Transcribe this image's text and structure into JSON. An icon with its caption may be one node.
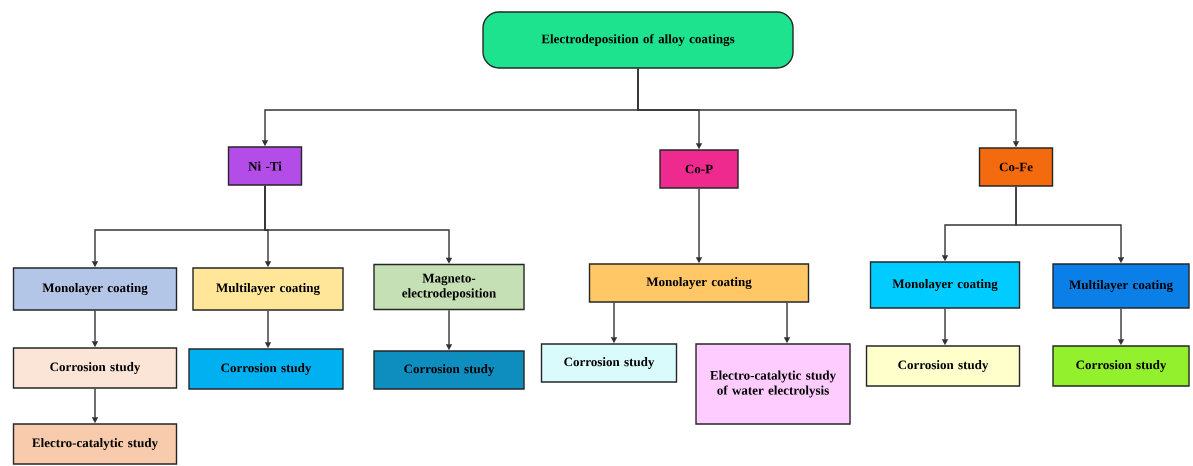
{
  "diagram": {
    "nodes": [
      {
        "text": [
          "Electrodeposition of alloy coatings"
        ]
      },
      {
        "text": [
          "Ni -Ti"
        ]
      },
      {
        "text": [
          "Co-P"
        ]
      },
      {
        "text": [
          "Co-Fe"
        ]
      },
      {
        "text": [
          "Monolayer coating"
        ]
      },
      {
        "text": [
          "Multilayer coating"
        ]
      },
      {
        "text": [
          "Magneto-electrodeposition"
        ]
      },
      {
        "text": [
          "Monolayer coating"
        ]
      },
      {
        "text": [
          "Monolayer coating"
        ]
      },
      {
        "text": [
          "Multilayer coating"
        ]
      },
      {
        "text": [
          "Corrosion study"
        ]
      },
      {
        "text": [
          "Corrosion study"
        ]
      },
      {
        "text": [
          "Corrosion study"
        ]
      },
      {
        "text": [
          "Electro-catalytic study"
        ]
      },
      {
        "text": [
          "Corrosion study"
        ]
      },
      {
        "text": [
          "Electro-catalytic study of water electrolysis"
        ]
      },
      {
        "text": [
          "Corrosion study"
        ]
      },
      {
        "text": [
          "Corrosion study"
        ]
      }
    ],
    "edges": [
      {
        "from": 0,
        "to": 1,
        "arrow": "to"
      },
      {
        "from": 0,
        "to": 2,
        "arrow": "to"
      },
      {
        "from": 0,
        "to": 3,
        "arrow": "to"
      },
      {
        "from": 1,
        "to": 4,
        "arrow": "to"
      },
      {
        "from": 1,
        "to": 5,
        "arrow": "to"
      },
      {
        "from": 1,
        "to": 6,
        "arrow": "to"
      },
      {
        "from": 2,
        "to": 7,
        "arrow": "to"
      },
      {
        "from": 3,
        "to": 8,
        "arrow": "to"
      },
      {
        "from": 3,
        "to": 9,
        "arrow": "to"
      },
      {
        "from": 4,
        "to": 10,
        "arrow": "to"
      },
      {
        "from": 10,
        "to": 13,
        "arrow": "to"
      },
      {
        "from": 5,
        "to": 11,
        "arrow": "to"
      },
      {
        "from": 6,
        "to": 12,
        "arrow": "to"
      },
      {
        "from": 7,
        "to": 14,
        "arrow": "to"
      },
      {
        "from": 7,
        "to": 15,
        "arrow": "to"
      },
      {
        "from": 8,
        "to": 16,
        "arrow": "to"
      },
      {
        "from": 9,
        "to": 17,
        "arrow": "to"
      }
    ]
  }
}
